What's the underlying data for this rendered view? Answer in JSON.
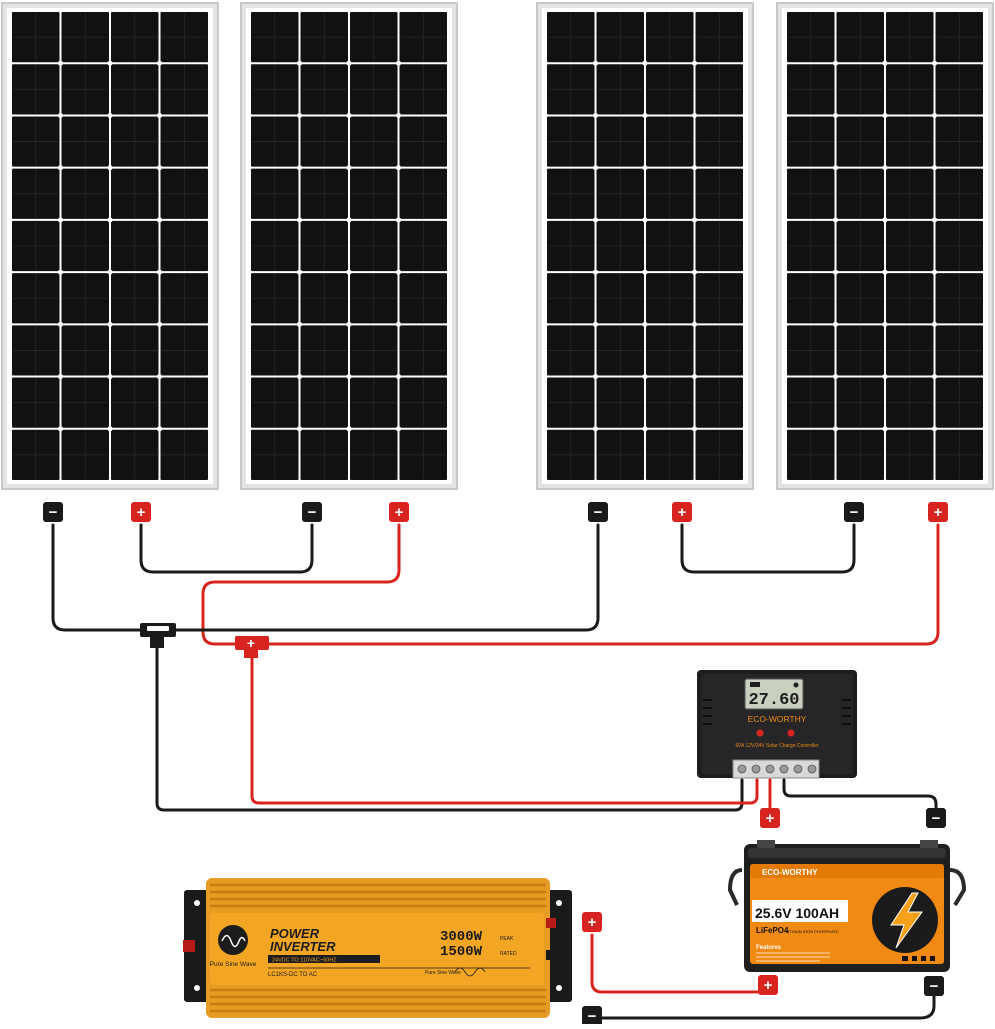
{
  "colors": {
    "negative_wire": "#1a1a1a",
    "positive_wire": "#d8241f",
    "panel_frame": "#c9c9c9",
    "panel_cell": "#111111",
    "controller_body": "#1d1d1f",
    "controller_lcd": "#c9d0c0",
    "battery_accent": "#f08a12",
    "inverter_body": "#e79b21"
  },
  "panels": [
    {
      "id": "panel-1"
    },
    {
      "id": "panel-2"
    },
    {
      "id": "panel-3"
    },
    {
      "id": "panel-4"
    }
  ],
  "connectors": {
    "negative_symbol": "−",
    "positive_symbol": "+"
  },
  "controller": {
    "lcd_reading": "27.60",
    "brand": "ECO-WORTHY",
    "subtitle": "60A 12V/24V Solar Charge Controller",
    "icons": [
      "sun-icon",
      "battery-icon",
      "bulb-icon"
    ]
  },
  "battery": {
    "brand": "ECO-WORTHY",
    "rating": "25.6V 100AH",
    "chemistry": "LiFePO4",
    "chemistry_note": "LITHIUM IRON PHOSPHATE",
    "features_title": "Features"
  },
  "inverter": {
    "title_line1": "POWER",
    "title_line2": "INVERTER",
    "spec": "24VDC TO 110VAC~60HZ",
    "wave_label": "Pure Sine Wave",
    "peak": "3000W",
    "peak_label": "PEAK",
    "rated": "1500W",
    "rated_label": "RATED",
    "model": "LC1KS-DC TO AC",
    "wave_label_small": "Pure Sine Wave"
  }
}
